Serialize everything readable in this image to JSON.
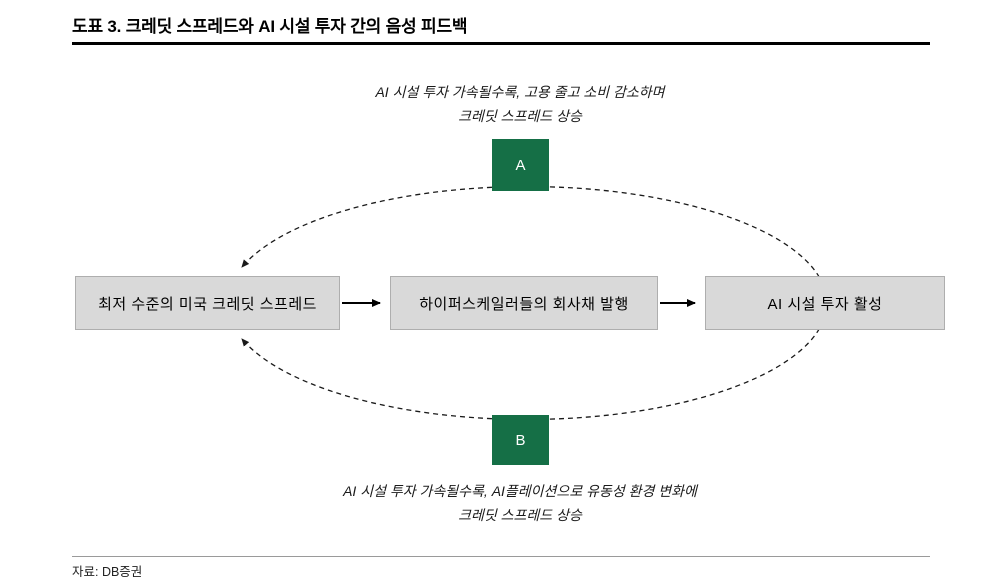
{
  "figure": {
    "title": "도표 3. 크레딧 스프레드와 AI 시설 투자 간의 음성 피드백"
  },
  "diagram": {
    "top_annotation": {
      "line1": "AI 시설 투자 가속될수록, 고용 줄고 소비 감소하며",
      "line2": "크레딧 스프레드 상승"
    },
    "bottom_annotation": {
      "line1": "AI 시설 투자 가속될수록, AI플레이션으로 유동성 환경 변화에",
      "line2": "크레딧 스프레드 상승"
    },
    "loop_labels": {
      "a": "A",
      "b": "B"
    },
    "boxes": [
      {
        "label": "최저 수준의 미국 크레딧 스프레드"
      },
      {
        "label": "하이퍼스케일러들의 회사채 발행"
      },
      {
        "label": "AI 시설 투자 활성"
      }
    ],
    "colors": {
      "accent_green": "#156f46",
      "box_fill": "#d9d9d9",
      "box_border": "#aeaeae",
      "line": "#1a1a1a"
    }
  },
  "footer": {
    "source": "자료: DB증권"
  }
}
